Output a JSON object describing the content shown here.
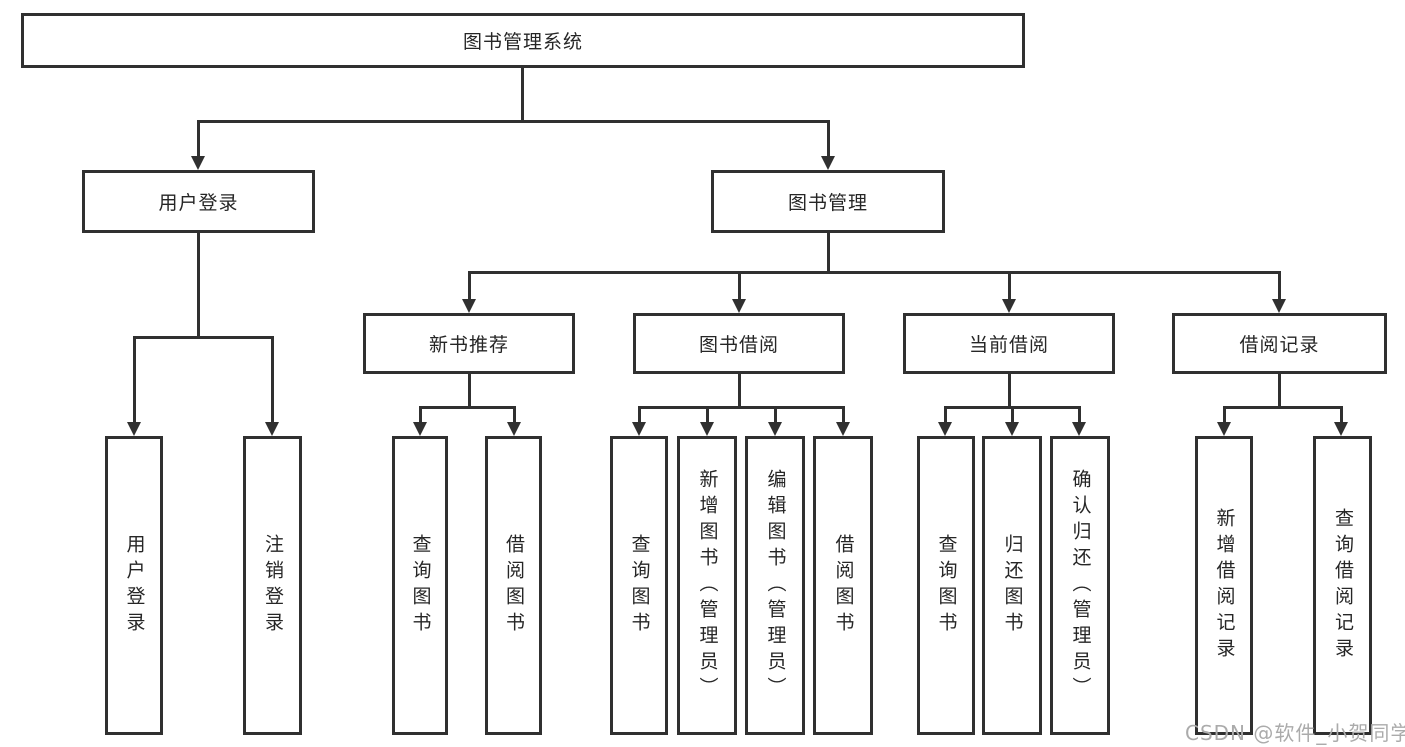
{
  "diagram": {
    "root": {
      "label": "图书管理系统"
    },
    "level2": [
      {
        "label": "用户登录"
      },
      {
        "label": "图书管理"
      }
    ],
    "level3": [
      {
        "label": "新书推荐"
      },
      {
        "label": "图书借阅"
      },
      {
        "label": "当前借阅"
      },
      {
        "label": "借阅记录"
      }
    ],
    "leaves": {
      "user_login": [
        "用户登录",
        "注销登录"
      ],
      "new_book": [
        "查询图书",
        "借阅图书"
      ],
      "book_borrow": [
        "查询图书",
        "新增图书（管理员）",
        "编辑图书（管理员）",
        "借阅图书"
      ],
      "current_borrow": [
        "查询图书",
        "归还图书",
        "确认归还（管理员）"
      ],
      "borrow_record": [
        "新增借阅记录",
        "查询借阅记录"
      ]
    }
  },
  "watermark": "CSDN @软件_小贺同学",
  "colors": {
    "line": "#303030",
    "text": "#262626",
    "background": "#ffffff",
    "watermark": "#ababab"
  }
}
